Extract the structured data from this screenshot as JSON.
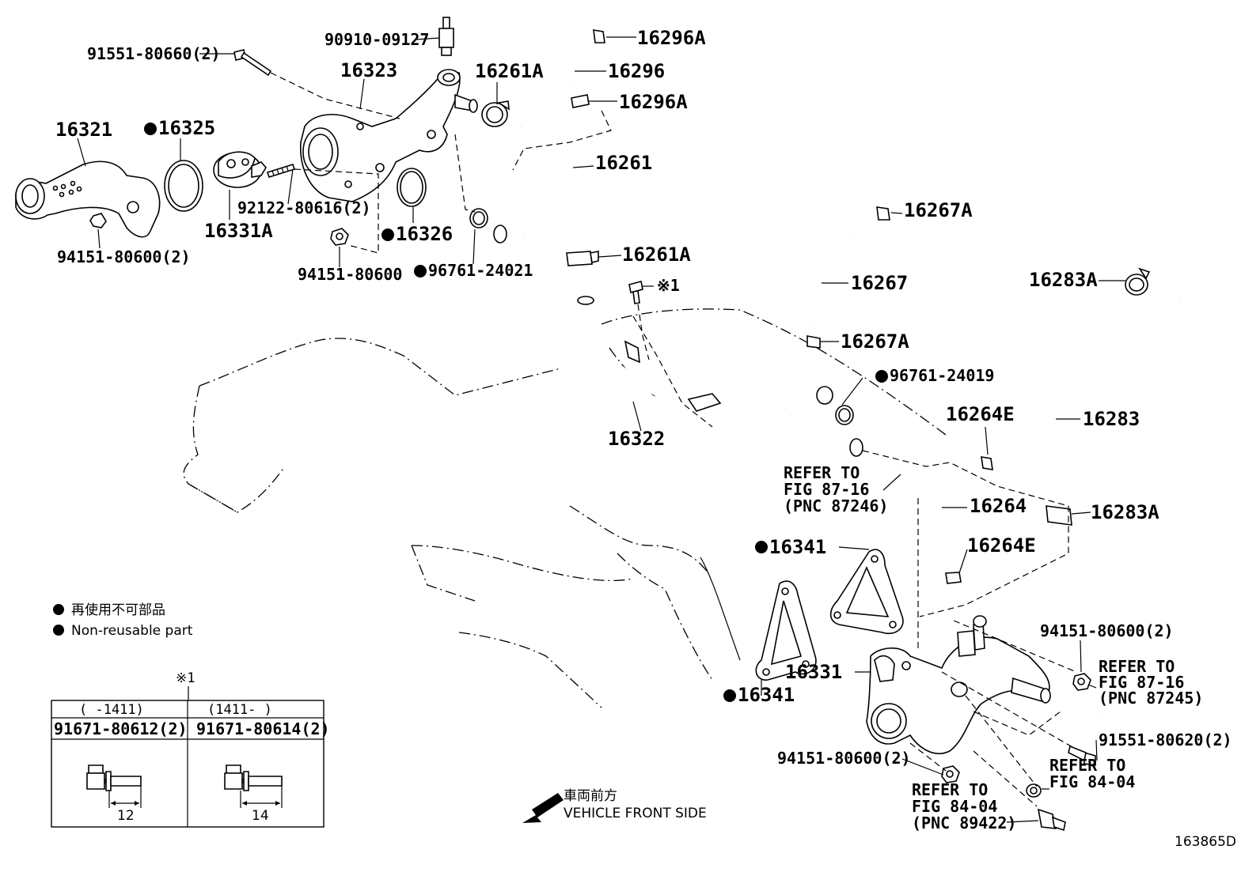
{
  "labels": {
    "p91551_80660": "91551-80660(2)",
    "p90910_09127": "90910-09127",
    "p16323": "16323",
    "p16296A_top": "16296A",
    "p16296": "16296",
    "p16261A_top": "16261A",
    "p16296A_bot": "16296A",
    "p16321": "16321",
    "p16325": "16325",
    "p16261": "16261",
    "p92122_80616": "92122-80616(2)",
    "p16267A_top": "16267A",
    "p16331A": "16331A",
    "p16326": "16326",
    "p94151_80600_a": "94151-80600(2)",
    "p16261A_bot": "16261A",
    "p96761_24021": "96761-24021",
    "p94151_80600_b": "94151-80600",
    "p16267": "16267",
    "p16283A_top": "16283A",
    "note1_mark": "※1",
    "p16267A_bot": "16267A",
    "p96761_24019": "96761-24019",
    "p16264E_top": "16264E",
    "p16283": "16283",
    "p16322": "16322",
    "refer1_l1": "REFER TO",
    "refer1_l2": "FIG 87-16",
    "refer1_l3": "(PNC 87246)",
    "p16264": "16264",
    "p16283A_bot": "16283A",
    "p16341_top": "16341",
    "p16264E_bot": "16264E",
    "p94151_80600_c": "94151-80600(2)",
    "refer2_l1": "REFER TO",
    "refer2_l2": "FIG 87-16",
    "refer2_l3": "(PNC 87245)",
    "p16331": "16331",
    "p16341_bot": "16341",
    "p91551_80620": "91551-80620(2)",
    "p94151_80600_d": "94151-80600(2)",
    "refer3_l1": "REFER TO",
    "refer3_l2": "FIG 84-04",
    "refer4_l1": "REFER TO",
    "refer4_l2": "FIG 84-04",
    "refer4_l3": "(PNC 89422)",
    "diagram_id": "163865D"
  },
  "legend": {
    "jp": "再使用不可部品",
    "en": "Non-reusable part"
  },
  "bolt_table": {
    "mark": "※1",
    "col1_range": "(      -1411)",
    "col2_range": "(1411-      )",
    "col1_part": "91671-80612(2)",
    "col2_part": "91671-80614(2)",
    "col1_dim": "12",
    "col2_dim": "14"
  },
  "front": {
    "jp": "車両前方",
    "en": "VEHICLE FRONT SIDE"
  }
}
